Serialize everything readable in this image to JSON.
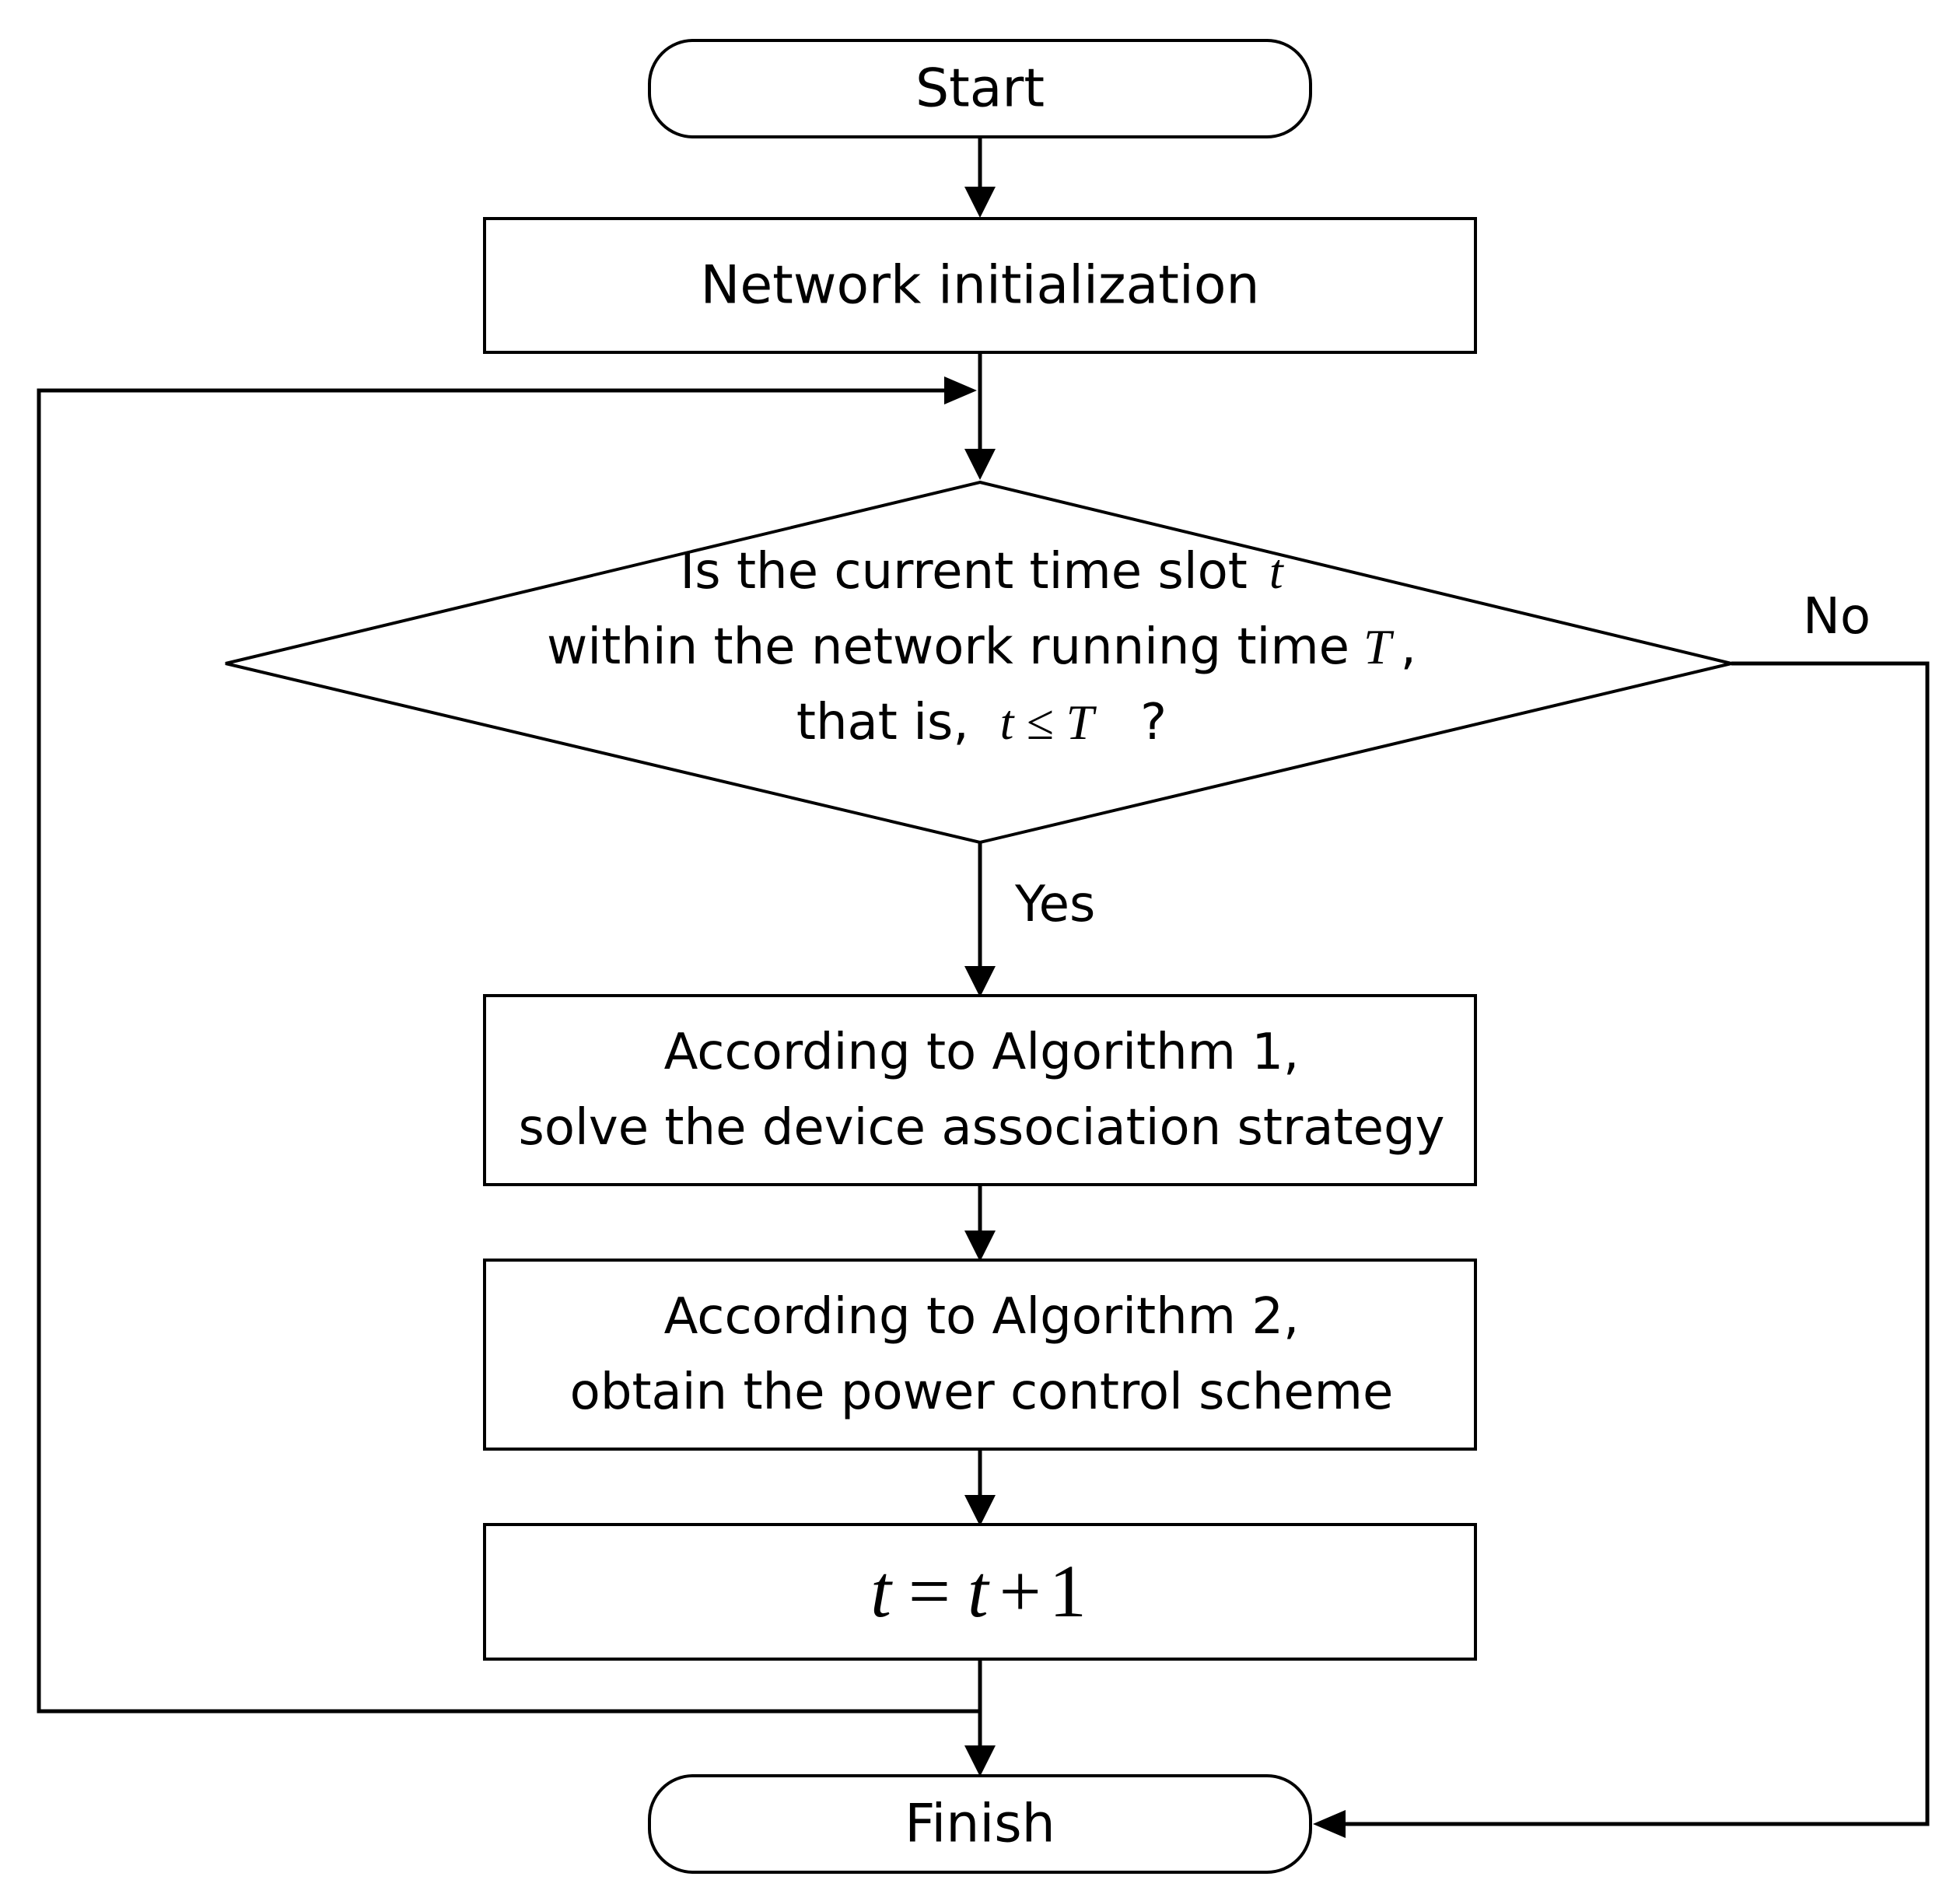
{
  "nodes": {
    "start": "Start",
    "init": "Network initialization",
    "decision": {
      "line1_text": "Is the current time slot",
      "line1_var": "t",
      "line2_text": "within the network running time",
      "line2_var": "T",
      "line2_tail": ",",
      "line3_text": "that is,",
      "line3_expr": "t ≤ T",
      "line3_tail": "?"
    },
    "algo1": {
      "line1": "According to Algorithm 1,",
      "line2": "solve the device association strategy"
    },
    "algo2": {
      "line1": "According to Algorithm 2,",
      "line2": "obtain the power control scheme"
    },
    "update": {
      "lhs": "t",
      "eq": "=",
      "rhs_var": "t",
      "plus": "+",
      "one": "1"
    },
    "finish": "Finish"
  },
  "edges": {
    "yes_label": "Yes",
    "no_label": "No"
  }
}
